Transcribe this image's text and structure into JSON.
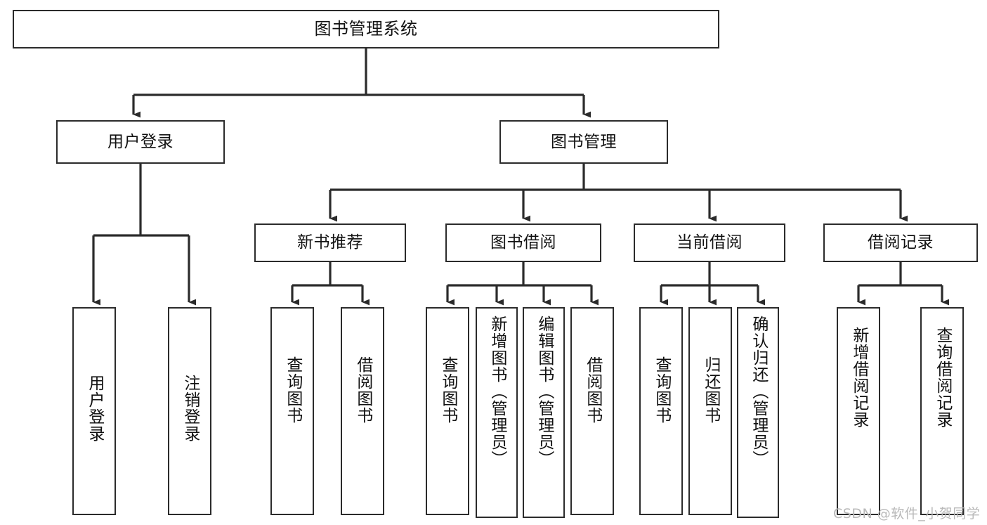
{
  "diagram": {
    "title": "图书管理系统",
    "type": "tree-hierarchy",
    "watermark": "CSDN @软件_小贺同学",
    "colors": {
      "background": "#ffffff",
      "box_border": "#2b2b2b",
      "box_fill": "#ffffff",
      "text": "#111111",
      "edge": "#2b2b2b",
      "watermark": "#b9b9b9"
    },
    "root": {
      "id": "root",
      "label": "图书管理系统"
    },
    "level1": [
      {
        "id": "user-login",
        "label": "用户登录"
      },
      {
        "id": "book-manage",
        "label": "图书管理"
      }
    ],
    "level2": [
      {
        "id": "new-book-recommend",
        "label": "新书推荐",
        "parent": "book-manage"
      },
      {
        "id": "book-borrow",
        "label": "图书借阅",
        "parent": "book-manage"
      },
      {
        "id": "current-borrow",
        "label": "当前借阅",
        "parent": "book-manage"
      },
      {
        "id": "borrow-record",
        "label": "借阅记录",
        "parent": "book-manage"
      }
    ],
    "leaves": [
      {
        "id": "leaf-user-login",
        "label": "用户登录",
        "parent": "user-login"
      },
      {
        "id": "leaf-user-logout",
        "label": "注销登录",
        "parent": "user-login"
      },
      {
        "id": "leaf-query-book-1",
        "label": "查询图书",
        "parent": "new-book-recommend"
      },
      {
        "id": "leaf-borrow-book-1",
        "label": "借阅图书",
        "parent": "new-book-recommend"
      },
      {
        "id": "leaf-query-book-2",
        "label": "查询图书",
        "parent": "book-borrow"
      },
      {
        "id": "leaf-add-book",
        "label": "新增图书（管理员）",
        "parent": "book-borrow"
      },
      {
        "id": "leaf-edit-book",
        "label": "编辑图书（管理员）",
        "parent": "book-borrow"
      },
      {
        "id": "leaf-borrow-book-2",
        "label": "借阅图书",
        "parent": "book-borrow"
      },
      {
        "id": "leaf-query-book-3",
        "label": "查询图书",
        "parent": "current-borrow"
      },
      {
        "id": "leaf-return-book",
        "label": "归还图书",
        "parent": "current-borrow"
      },
      {
        "id": "leaf-confirm-return",
        "label": "确认归还（管理员）",
        "parent": "current-borrow"
      },
      {
        "id": "leaf-add-record",
        "label": "新增借阅记录",
        "parent": "borrow-record"
      },
      {
        "id": "leaf-query-record",
        "label": "查询借阅记录",
        "parent": "borrow-record"
      }
    ]
  }
}
